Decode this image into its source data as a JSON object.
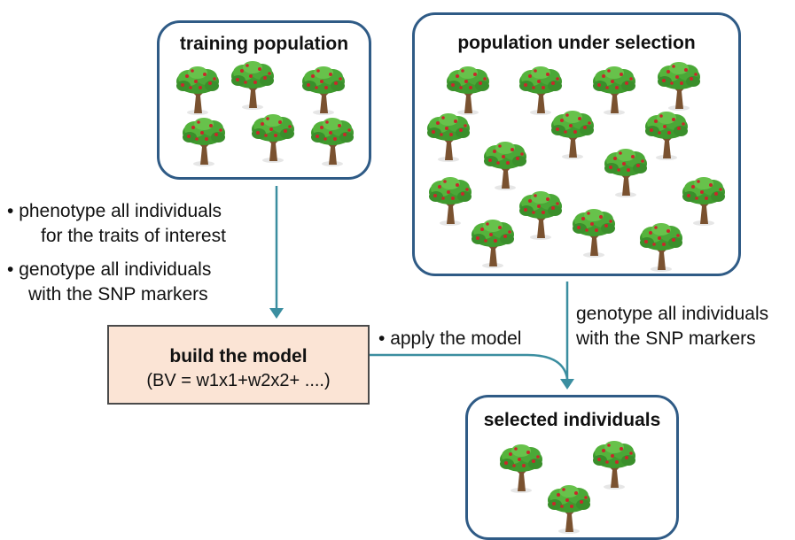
{
  "training": {
    "title": "training population"
  },
  "selection": {
    "title": "population under selection"
  },
  "selected": {
    "title": "selected individuals"
  },
  "left_notes": {
    "bullet1_line1": "phenotype all individuals",
    "bullet1_line2": "for the traits of interest",
    "bullet2_line1": "genotype all individuals",
    "bullet2_line2": "with the SNP markers"
  },
  "right_note": {
    "line1": "genotype all individuals",
    "line2": "with the SNP markers"
  },
  "apply_label": "apply the model",
  "bullet_glyph": "•",
  "model": {
    "title": "build the model",
    "formula": "(BV = w1x1+w2x2+ ....)"
  },
  "icons": {
    "tree": "apple-tree-icon"
  },
  "colors": {
    "box_border": "#2f5b86",
    "arrow": "#3b8ea0",
    "model_fill": "#fbe4d5"
  }
}
